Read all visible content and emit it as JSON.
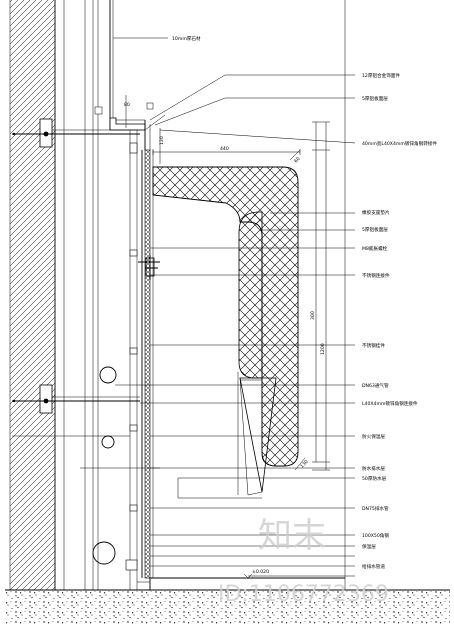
{
  "labels": [
    "10mm厚石材",
    "12厚铝合金饰面件",
    "5厚铝板面层",
    "40mm宽L40X4mm镀锌角钢转接件",
    "橡胶支座垫片",
    "5厚铝板面层",
    "M8膨胀螺栓",
    "不锈钢连接件",
    "不锈钢挂件",
    "DN63通气管",
    "L40X4mm镀锌角钢连接件",
    "防火保温层",
    "防水排水层",
    "50厚防水层",
    "DN75排水管",
    "100X50角钢",
    "保温层",
    "给排水管道"
  ],
  "dimensions": [
    "80",
    "130",
    "440",
    "60",
    "300",
    "1200",
    "130",
    "±0.020"
  ],
  "watermark": {
    "brand": "知末",
    "id": "ID:1106772369"
  }
}
